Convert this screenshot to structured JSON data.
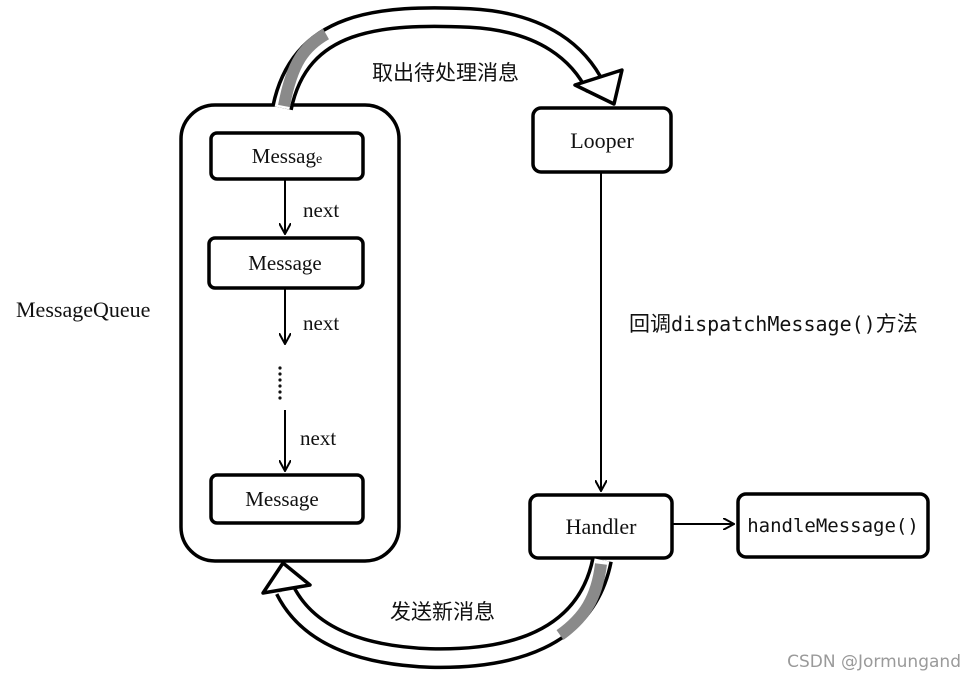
{
  "diagram": {
    "message_queue_label": "MessageQueue",
    "messages": [
      {
        "label_main": "Messag",
        "label_small": "e"
      },
      {
        "label": "Message"
      },
      {
        "label": "Message"
      }
    ],
    "next_labels": [
      "next",
      "next",
      "next"
    ],
    "ellipsis": "⋮",
    "looper_label": "Looper",
    "handler_label": "Handler",
    "handle_message_label": "handleMessage()",
    "top_arc_label": "取出待处理消息",
    "bottom_arc_label": "发送新消息",
    "callback_label_prefix": "回调",
    "callback_label_code": "dispatchMessage()",
    "callback_label_suffix": "方法"
  },
  "watermark": "CSDN @Jormungand"
}
